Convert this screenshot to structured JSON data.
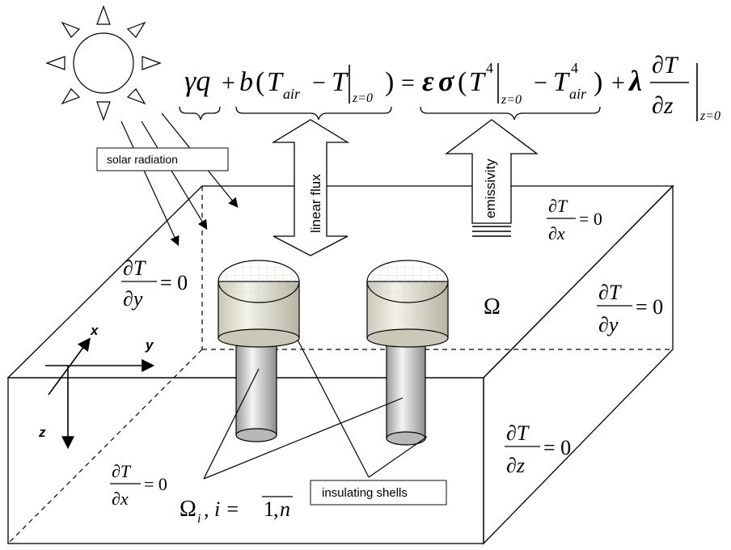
{
  "labels": {
    "solar_radiation": "solar radiation",
    "linear_flux": "linear flux",
    "emissivity": "emissivity",
    "insulating_shells": "insulating shells",
    "omega": "Ω",
    "axis_x": "x",
    "axis_y": "y",
    "axis_z": "z",
    "zero": "0"
  },
  "equation": {
    "gamma": "γ",
    "q": "q",
    "b": "b",
    "T": "T",
    "air": "air",
    "z0": "z=0",
    "epsilon": "ε",
    "sigma": "σ",
    "lambda": "λ",
    "partial": "∂",
    "z": "z",
    "four": "4",
    "plus": "+",
    "minus": "−",
    "equals": "=",
    "lparen": "(",
    "rparen": ")"
  },
  "boundary_conditions": {
    "dT": "∂T",
    "dx": "∂x",
    "dy": "∂y",
    "dz": "∂z",
    "eq_zero": "= 0"
  },
  "subdomain": {
    "omega_i": "Ω",
    "sub_i": "i",
    "index_text": ", i = ",
    "one": "1",
    "comma": ",",
    "n": "n"
  },
  "colors": {
    "line": "#000000",
    "arrow_fill": "#ffffff",
    "cylinder_top": "#e9e7dc",
    "cylinder_body": "#d6d4c6"
  }
}
